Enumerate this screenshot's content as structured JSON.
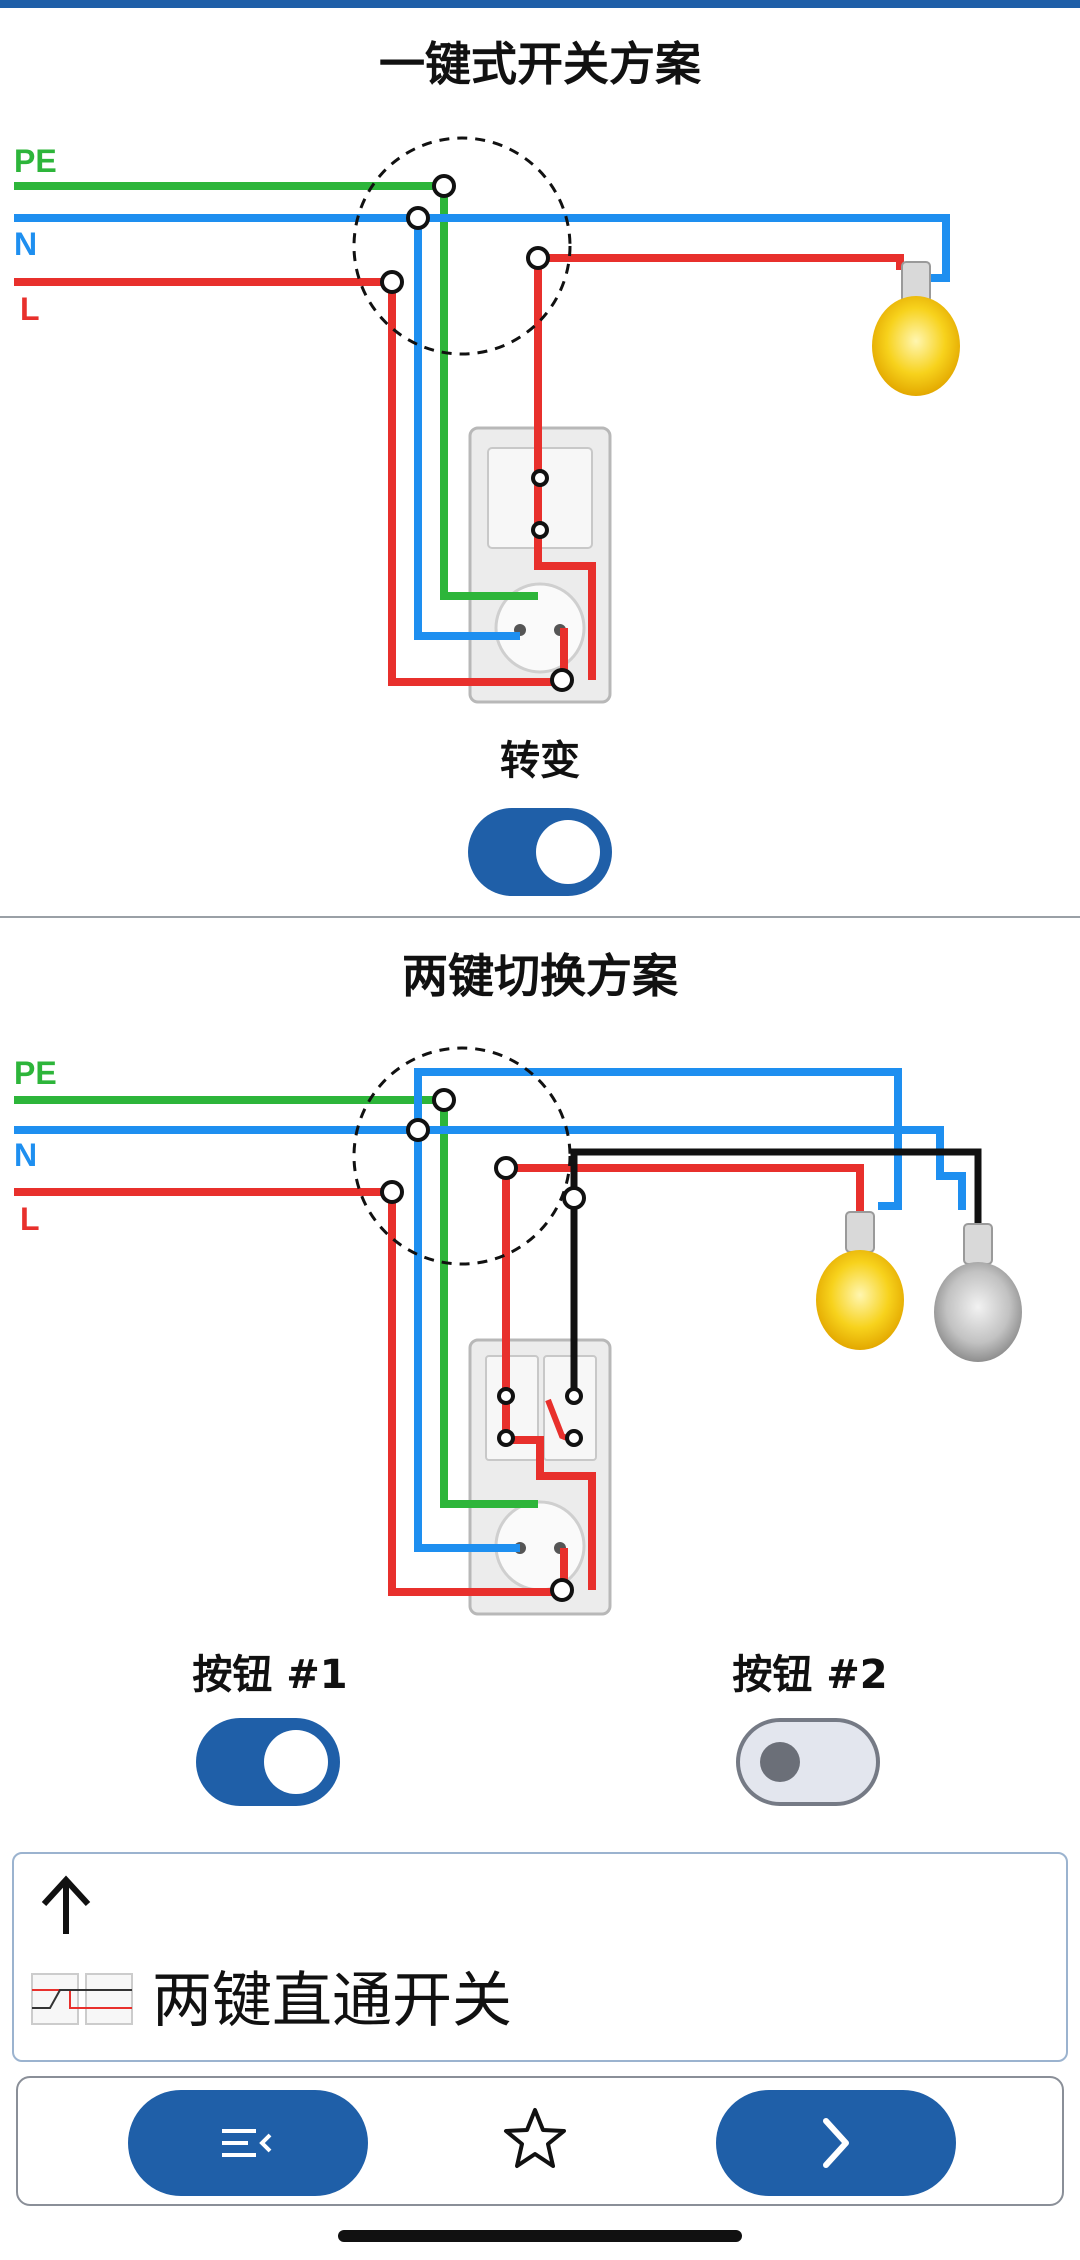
{
  "section1": {
    "title": "一键式开关方案",
    "wire_labels": {
      "pe": "PE",
      "n": "N",
      "l": "L"
    },
    "toggle_label": "转变",
    "toggle_on": true
  },
  "section2": {
    "title": "两键切换方案",
    "wire_labels": {
      "pe": "PE",
      "n": "N",
      "l": "L"
    },
    "button1_label": "按钮 #1",
    "button1_on": true,
    "button2_label": "按钮 #2",
    "button2_on": false
  },
  "result": {
    "text": "两键直通开关",
    "icon": "two-gang-switch-thumbnail-icon"
  },
  "bottom_bar": {
    "left_icon": "menu-collapse-icon",
    "middle_icon": "star-outline-icon",
    "right_icon": "chevron-right-icon"
  },
  "colors": {
    "accent": "#1f5fa8",
    "pe_wire": "#2db53a",
    "n_wire": "#1e8ff0",
    "l_wire": "#e8302c",
    "switched_wire": "#111111",
    "bulb_on": "#f5c400",
    "bulb_off": "#b8b8b8"
  }
}
